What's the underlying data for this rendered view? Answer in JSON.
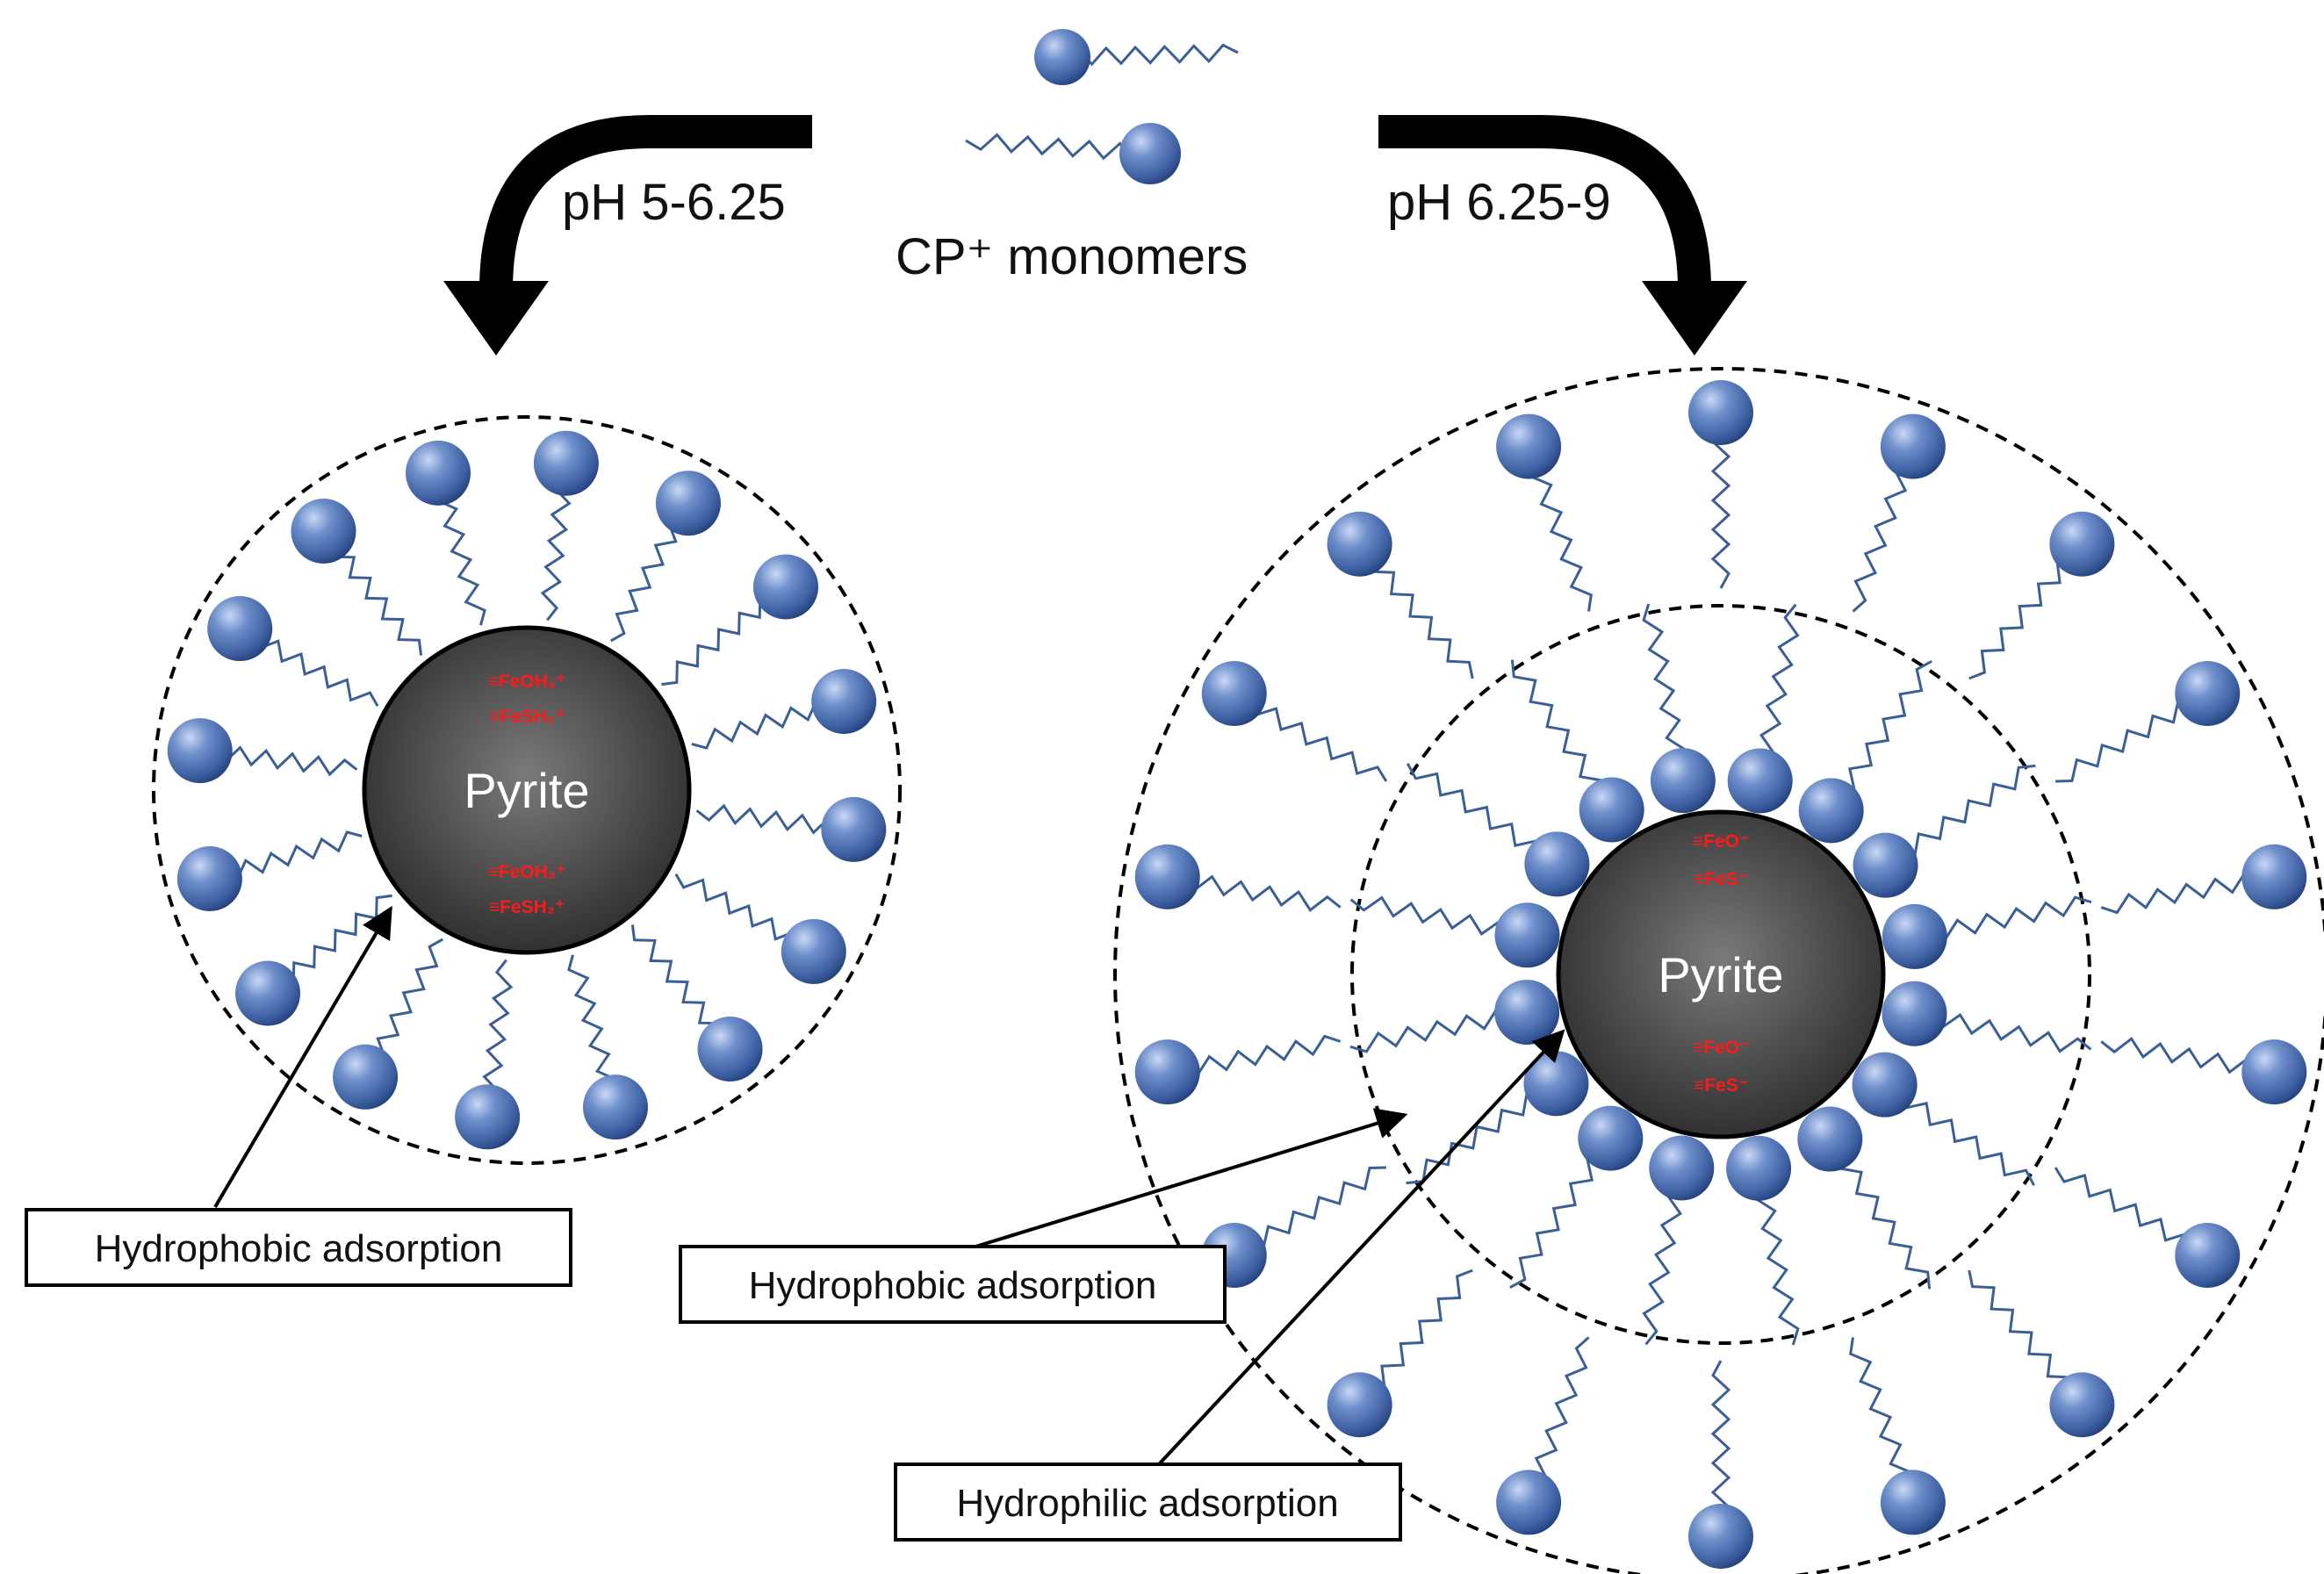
{
  "arrows": {
    "left_label": "pH 5-6.25",
    "right_label": "pH 6.25-9"
  },
  "monomers_label": "CP⁺ monomers",
  "left_particle": {
    "core_label": "Pyrite",
    "top_sites": [
      "≡FeOH₂⁺",
      "≡FeSH₂⁺"
    ],
    "bottom_sites": [
      "≡FeOH₂⁺",
      "≡FeSH₂⁺"
    ],
    "callout": "Hydrophobic adsorption"
  },
  "right_particle": {
    "core_label": "Pyrite",
    "top_sites": [
      "≡FeO⁻",
      "≡FeS⁻"
    ],
    "bottom_sites": [
      "≡FeO⁻",
      "≡FeS⁻"
    ],
    "callout_outer": "Hydrophobic adsorption",
    "callout_inner": "Hydrophilic adsorption"
  },
  "colors": {
    "monomer_head": "#3f63a6",
    "tail": "#3a5f96",
    "core": "#444444",
    "site_text": "#ff1a1a"
  }
}
